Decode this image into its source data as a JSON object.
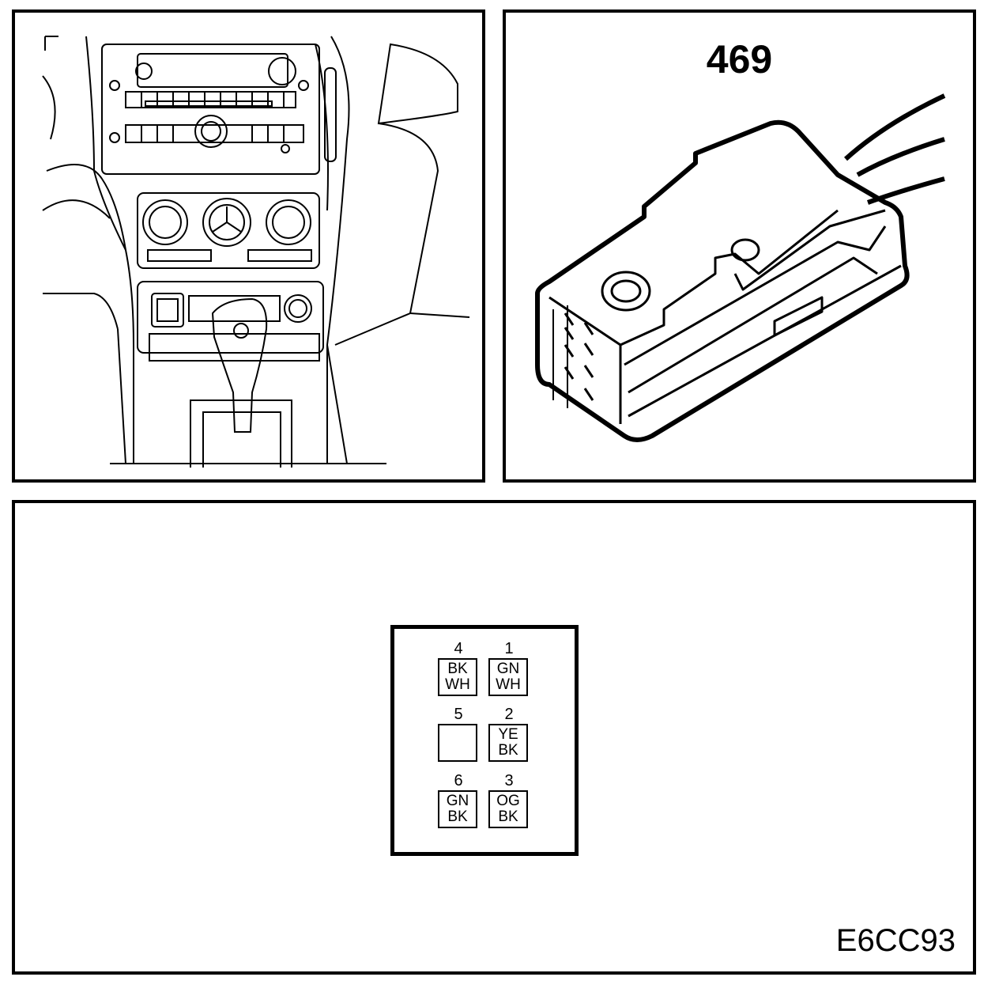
{
  "connector": {
    "number": "469"
  },
  "figure_code": "E6CC93",
  "pins": [
    {
      "number": "4",
      "color_top": "BK",
      "color_bottom": "WH"
    },
    {
      "number": "1",
      "color_top": "GN",
      "color_bottom": "WH"
    },
    {
      "number": "5",
      "color_top": "",
      "color_bottom": ""
    },
    {
      "number": "2",
      "color_top": "YE",
      "color_bottom": "BK"
    },
    {
      "number": "6",
      "color_top": "GN",
      "color_bottom": "BK"
    },
    {
      "number": "3",
      "color_top": "OG",
      "color_bottom": "BK"
    }
  ]
}
